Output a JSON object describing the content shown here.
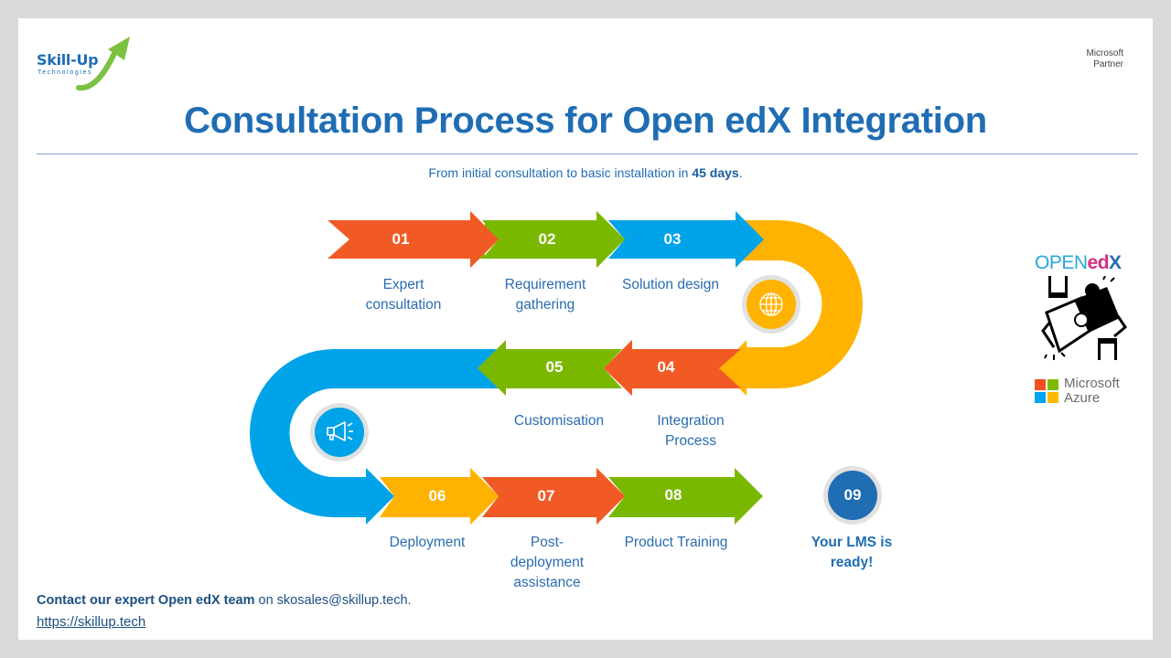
{
  "header": {
    "logo": {
      "name": "Skill-Up",
      "tagline": "Technologies"
    },
    "partner_badge": [
      "Microsoft",
      "Partner"
    ],
    "title": "Consultation Process for Open edX Integration",
    "subtitle_prefix": "From initial consultation to basic installation in ",
    "subtitle_emphasis": "45 days",
    "subtitle_suffix": "."
  },
  "colors": {
    "orange": "#f15a24",
    "green": "#7ab800",
    "blue": "#00a3e8",
    "yellow": "#ffb300",
    "title_blue": "#1f6db3",
    "final_circle": "#1f6db3"
  },
  "steps": [
    {
      "number": "01",
      "label": [
        "Expert",
        "consultation"
      ]
    },
    {
      "number": "02",
      "label": [
        "Requirement",
        "gathering"
      ]
    },
    {
      "number": "03",
      "label": [
        "Solution design"
      ]
    },
    {
      "number": "04",
      "label": [
        "Integration",
        "Process"
      ]
    },
    {
      "number": "05",
      "label": [
        "Customisation"
      ]
    },
    {
      "number": "06",
      "label": [
        "Deployment"
      ]
    },
    {
      "number": "07",
      "label": [
        "Post-",
        "deployment",
        "assistance"
      ]
    },
    {
      "number": "08",
      "label": [
        "Product Training"
      ]
    }
  ],
  "final_step": {
    "number": "09",
    "label": [
      "Your LMS is",
      "ready!"
    ]
  },
  "icons": {
    "turn_right": "globe-icon",
    "turn_left": "megaphone-icon"
  },
  "side_logos": {
    "openedx": {
      "part1": "OPEN",
      "part2": "ed",
      "part3": "X"
    },
    "azure": [
      "Microsoft",
      "Azure"
    ]
  },
  "footer": {
    "contact_bold": "Contact our expert Open edX team",
    "contact_rest": " on skosales@skillup.tech.",
    "link": "https://skillup.tech"
  }
}
